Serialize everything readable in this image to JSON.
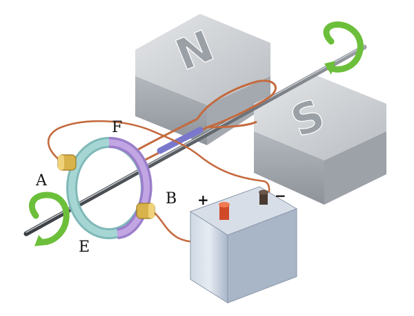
{
  "figure": {
    "labels": {
      "A": "A",
      "B": "B",
      "E": "E",
      "F": "F"
    },
    "magnet": {
      "north": "N",
      "south": "S"
    },
    "battery": {
      "positive": "+",
      "negative": "−"
    }
  },
  "colors": {
    "magnet_face": "#c9ccd0",
    "magnet_side": "#9aa0a6",
    "coil_wire": "#c46a3e",
    "axle": "#6f747a",
    "rotation_arrow": "#6cbf3a",
    "brush": "#d8b24a",
    "commutator_teal": "#9fd0d0",
    "commutator_purple": "#b69ad8",
    "battery_body": "#b8c4d4",
    "battery_terminal_pos": "#d04a2a",
    "battery_terminal_neg": "#4a3a30"
  },
  "icons": [
    "rotation-arrow-icon",
    "rotation-arrow-icon"
  ]
}
